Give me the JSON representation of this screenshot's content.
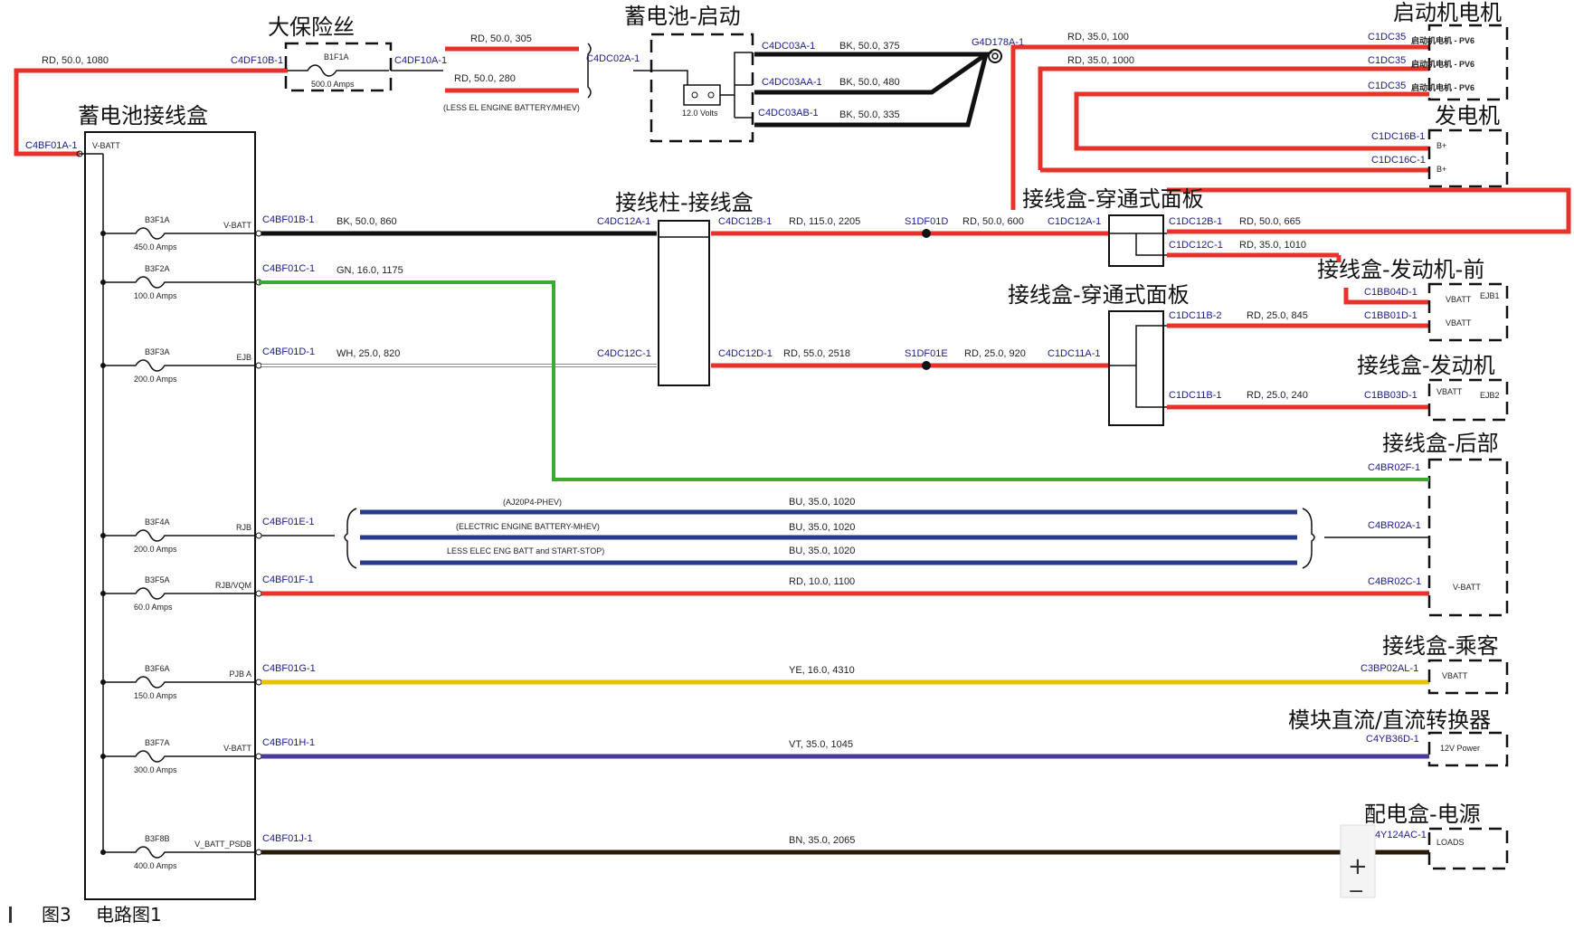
{
  "title_labels": {
    "big_fuse": "大保险丝",
    "battery_start": "蓄电池-启动",
    "starter": "启动机电机",
    "battery_junction": "蓄电池接线盒",
    "generator": "发电机",
    "post_junction": "接线柱-接线盒",
    "jb_passthrough1": "接线盒-穿通式面板",
    "jb_passthrough2": "接线盒-穿通式面板",
    "jb_engine_front": "接线盒-发动机-前",
    "jb_engine": "接线盒-发动机",
    "jb_rear": "接线盒-后部",
    "jb_passenger": "接线盒-乘客",
    "dcdc": "模块直流/直流转换器",
    "dist_box": "配电盒-电源"
  },
  "caption": {
    "fig": "图3",
    "text": "电路图1"
  },
  "top": {
    "wire_left": "RD, 50.0, 1080",
    "c4df10b": "C4DF10B-1",
    "fuse_name": "B1F1A",
    "fuse_amps": "500.0 Amps",
    "c4df10a": "C4DF10A-1",
    "wire_a": "RD, 50.0, 305",
    "wire_b": "RD, 50.0, 280",
    "less_el": "(LESS EL ENGINE BATTERY/MHEV)",
    "c4dc02a": "C4DC02A-1",
    "volts": "12.0 Volts",
    "c4dc03a": "C4DC03A-1",
    "c4dc03aa": "C4DC03AA-1",
    "c4dc03ab": "C4DC03AB-1",
    "bk1": "BK, 50.0, 375",
    "bk2": "BK, 50.0, 480",
    "bk3": "BK, 50.0, 335",
    "g4d178a": "G4D178A-1",
    "st_wire1": "RD, 35.0, 100",
    "st_wire2": "RD, 35.0, 1000",
    "c1dc35a": "C1DC35",
    "c1dc35b": "C1DC35",
    "c1dc35c": "C1DC35",
    "pv6_1": "启动机电机 - PV6",
    "pv6_2": "启动机电机 - PV6",
    "pv6_3": "启动机电机 - PV6",
    "c1dc16b": "C1DC16B-1",
    "c1dc16c": "C1DC16C-1",
    "bplus1": "B+",
    "bplus2": "B+"
  },
  "jb": {
    "c4bf01a": "C4BF01A-1",
    "vbatt": "V-BATT",
    "rows": [
      {
        "fuse": "B3F1A",
        "amps": "450.0 Amps",
        "out": "V-BATT",
        "conn": "C4BF01B-1",
        "wire": "BK, 50.0, 860"
      },
      {
        "fuse": "B3F2A",
        "amps": "100.0 Amps",
        "out": "",
        "conn": "C4BF01C-1",
        "wire": "GN, 16.0, 1175"
      },
      {
        "fuse": "B3F3A",
        "amps": "200.0 Amps",
        "out": "EJB",
        "conn": "C4BF01D-1",
        "wire": "WH, 25.0, 820"
      },
      {
        "fuse": "B3F4A",
        "amps": "200.0 Amps",
        "out": "RJB",
        "conn": "C4BF01E-1",
        "wire": ""
      },
      {
        "fuse": "B3F5A",
        "amps": "60.0 Amps",
        "out": "RJB/VQM",
        "conn": "C4BF01F-1",
        "wire": "RD, 10.0, 1100"
      },
      {
        "fuse": "B3F6A",
        "amps": "150.0 Amps",
        "out": "PJB A",
        "conn": "C4BF01G-1",
        "wire": "YE, 16.0, 4310"
      },
      {
        "fuse": "B3F7A",
        "amps": "300.0 Amps",
        "out": "V-BATT",
        "conn": "C4BF01H-1",
        "wire": "VT, 35.0, 1045"
      },
      {
        "fuse": "B3F8B",
        "amps": "400.0 Amps",
        "out": "V_BATT_PSDB",
        "conn": "C4BF01J-1",
        "wire": "BN, 35.0, 2065"
      }
    ]
  },
  "mid": {
    "c4dc12a": "C4DC12A-1",
    "c4dc12b": "C4DC12B-1",
    "c4dc12c": "C4DC12C-1",
    "c4dc12d": "C4DC12D-1",
    "rd115": "RD, 115.0, 2205",
    "rd55": "RD, 55.0, 2518",
    "s1df01d": "S1DF01D",
    "s1df01e": "S1DF01E",
    "rd50_600": "RD, 50.0, 600",
    "rd25_920": "RD, 25.0, 920",
    "c1dc12a": "C1DC12A-1",
    "c1dc11a": "C1DC11A-1",
    "c1dc12b": "C1DC12B-1",
    "c1dc12c": "C1DC12C-1",
    "rd50_665": "RD, 50.0, 665",
    "rd35_1010": "RD, 35.0, 1010",
    "c1bb04d": "C1BB04D-1",
    "vbatt_a": "VBATT",
    "ejb1": "EJB1",
    "c1dc11b2": "C1DC11B-2",
    "rd25_845": "RD, 25.0, 845",
    "c1bb01d": "C1BB01D-1",
    "vbatt_b": "VBATT",
    "c1dc11b1": "C1DC11B-1",
    "rd25_240": "RD, 25.0, 240",
    "c1bb03d": "C1BB03D-1",
    "vbatt_c": "VBATT",
    "ejb2": "EJB2"
  },
  "rear": {
    "c4br02f": "C4BR02F-1",
    "phev": "(AJ20P4-PHEV)",
    "mhev": "(ELECTRIC ENGINE BATTERY-MHEV)",
    "less": "LESS ELEC ENG BATT and START-STOP)",
    "bu1": "BU, 35.0, 1020",
    "bu2": "BU, 35.0, 1020",
    "bu3": "BU, 35.0, 1020",
    "c4br02a": "C4BR02A-1",
    "c4br02c": "C4BR02C-1",
    "vbatt": "V-BATT",
    "c3bp02al": "C3BP02AL-1",
    "vbatt_p": "VBATT",
    "c4yb36d": "C4YB36D-1",
    "power12": "12V Power",
    "c4y124ac": "C4Y124AC-1",
    "loads": "LOADS",
    "zoom_in": "+",
    "zoom_out": "−"
  },
  "colors": {
    "rd": "#e8312a",
    "bk": "#111111",
    "gn": "#3aaa35",
    "wh": "#888888",
    "bu": "#2a3a8c",
    "ye": "#e8c200",
    "vt": "#4a3a9c",
    "bn": "#2a1a08"
  }
}
